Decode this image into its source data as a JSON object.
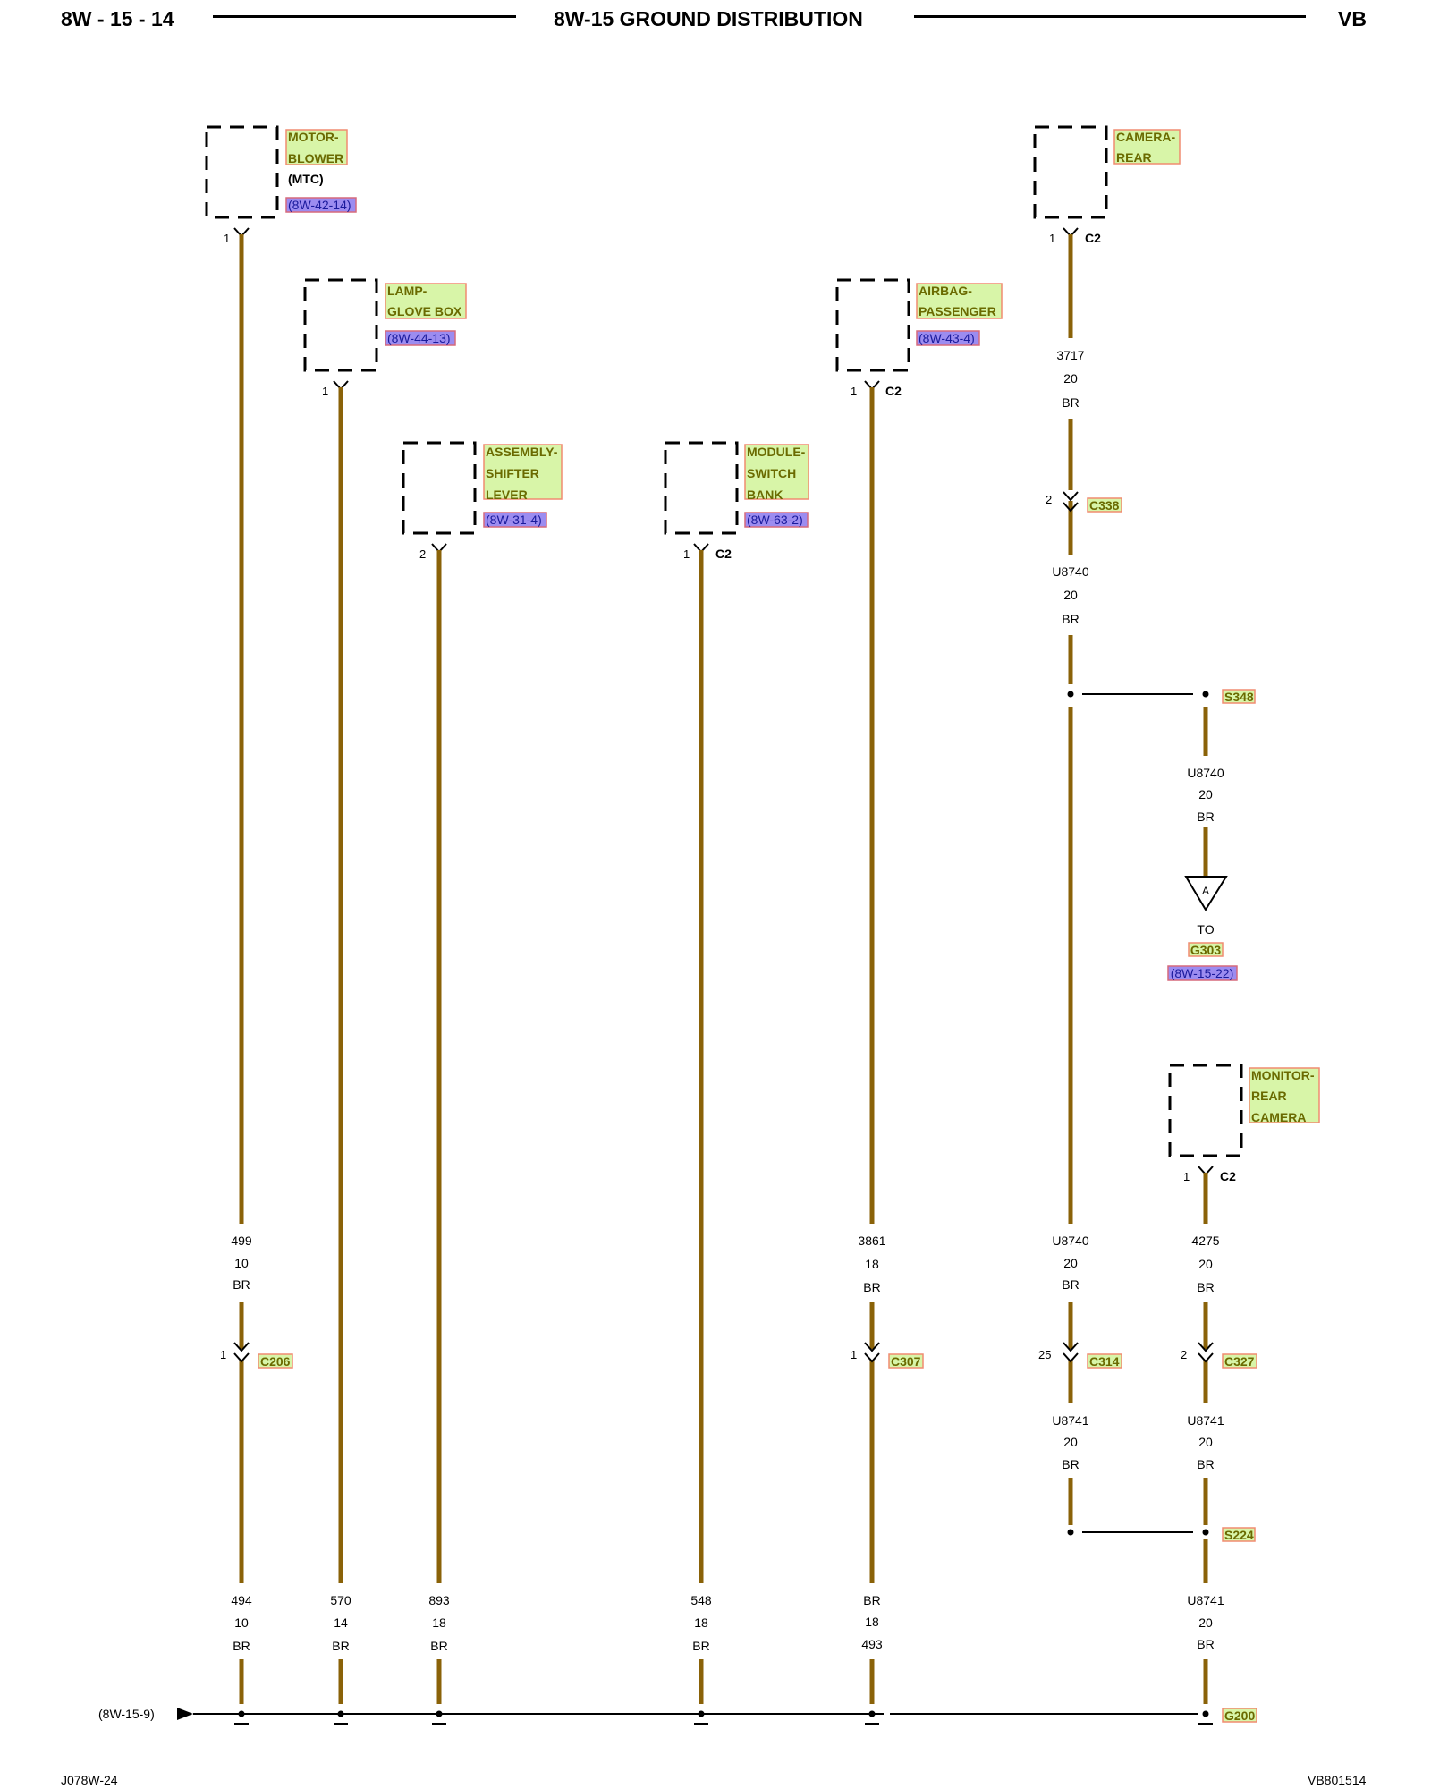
{
  "header": {
    "page_ref": "8W - 15 - 14",
    "title": "8W-15 GROUND DISTRIBUTION",
    "vehicle": "VB"
  },
  "footer": {
    "left_code": "J078W-24",
    "right_code": "VB801514"
  },
  "colors": {
    "wire": "#8a6208",
    "label_fill": "#d8f5a8",
    "label_border": "#f08c70",
    "ref_fill": "#9c8cf0",
    "ref_border": "#d66a7c",
    "line": "#000000"
  },
  "components": [
    {
      "lines": [
        "MOTOR-",
        "BLOWER"
      ],
      "note": "(MTC)",
      "ref": "(8W-42-14)",
      "pin": "1",
      "connector": ""
    },
    {
      "lines": [
        "LAMP-",
        "GLOVE BOX"
      ],
      "note": "",
      "ref": "(8W-44-13)",
      "pin": "1",
      "connector": ""
    },
    {
      "lines": [
        "ASSEMBLY-",
        "SHIFTER",
        "LEVER"
      ],
      "note": "",
      "ref": "(8W-31-4)",
      "pin": "2",
      "connector": ""
    },
    {
      "lines": [
        "MODULE-",
        "SWITCH",
        "BANK"
      ],
      "note": "",
      "ref": "(8W-63-2)",
      "pin": "1",
      "connector": "C2"
    },
    {
      "lines": [
        "AIRBAG-",
        "PASSENGER"
      ],
      "note": "",
      "ref": "(8W-43-4)",
      "pin": "1",
      "connector": "C2"
    },
    {
      "lines": [
        "CAMERA-",
        "REAR"
      ],
      "note": "",
      "ref": "",
      "pin": "1",
      "connector": "C2"
    },
    {
      "lines": [
        "MONITOR-",
        "REAR",
        "CAMERA"
      ],
      "note": "",
      "ref": "",
      "pin": "1",
      "connector": "C2"
    }
  ],
  "wire_labels": [
    [
      "499",
      "10",
      "BR"
    ],
    [
      "494",
      "10",
      "BR"
    ],
    [
      "570",
      "14",
      "BR"
    ],
    [
      "893",
      "18",
      "BR"
    ],
    [
      "548",
      "18",
      "BR"
    ],
    [
      "3861",
      "18",
      "BR"
    ],
    [
      "493",
      "18",
      "BR"
    ],
    [
      "3717",
      "20",
      "BR"
    ],
    [
      "U8740",
      "20",
      "BR"
    ],
    [
      "U8740",
      "20",
      "BR"
    ],
    [
      "U8740",
      "20",
      "BR"
    ],
    [
      "U8741",
      "20",
      "BR"
    ],
    [
      "4275",
      "20",
      "BR"
    ],
    [
      "U8741",
      "20",
      "BR"
    ],
    [
      "U8741",
      "20",
      "BR"
    ]
  ],
  "inline_connectors": [
    {
      "name": "C206",
      "pin": "1"
    },
    {
      "name": "C307",
      "pin": "1"
    },
    {
      "name": "C338",
      "pin": "2"
    },
    {
      "name": "C314",
      "pin": "25"
    },
    {
      "name": "C327",
      "pin": "2"
    }
  ],
  "splices": [
    "S348",
    "S224"
  ],
  "offpage": {
    "marker": "A",
    "to_label": "TO",
    "ground": "G303",
    "ref": "(8W-15-22)"
  },
  "ground": {
    "name": "G200",
    "ref": "(8W-15-9)"
  }
}
